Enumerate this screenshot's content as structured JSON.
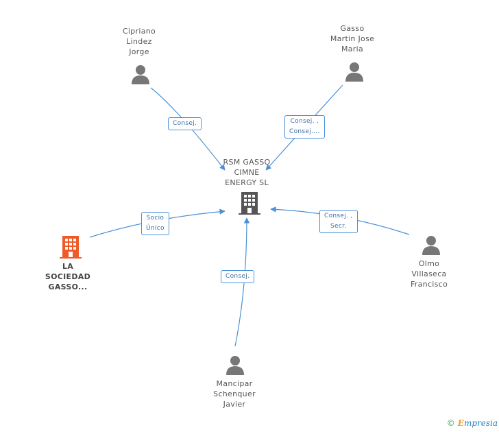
{
  "center": {
    "name_lines": [
      "RSM GASSO",
      "CIMNE",
      "ENERGY SL"
    ],
    "icon": "building-icon",
    "color": "#555555"
  },
  "owner": {
    "name_lines": [
      "LA",
      "SOCIEDAD",
      "GASSO..."
    ],
    "icon": "building-icon",
    "color": "#f05a28"
  },
  "people": [
    {
      "id": "cipriano",
      "name_lines": [
        "Cipriano",
        "Lindez",
        "Jorge"
      ],
      "icon": "person-icon",
      "role_lines": [
        "Consej."
      ]
    },
    {
      "id": "gasso",
      "name_lines": [
        "Gasso",
        "Martin Jose",
        "Maria"
      ],
      "icon": "person-icon",
      "role_lines": [
        "Consej. ,",
        "Consej...."
      ]
    },
    {
      "id": "olmo",
      "name_lines": [
        "Olmo",
        "Villaseca",
        "Francisco"
      ],
      "icon": "person-icon",
      "role_lines": [
        "Consej. ,",
        "Secr."
      ]
    },
    {
      "id": "mancipar",
      "name_lines": [
        "Mancipar",
        "Schenquer",
        "Javier"
      ],
      "icon": "person-icon",
      "role_lines": [
        "Consej."
      ]
    }
  ],
  "owner_edge": {
    "role_lines": [
      "Socio",
      "Único"
    ]
  },
  "colors": {
    "edge": "#4a90d9",
    "person": "#777777"
  },
  "footer": {
    "copyright": "©",
    "brand_first": "E",
    "brand_rest": "mpresia"
  }
}
